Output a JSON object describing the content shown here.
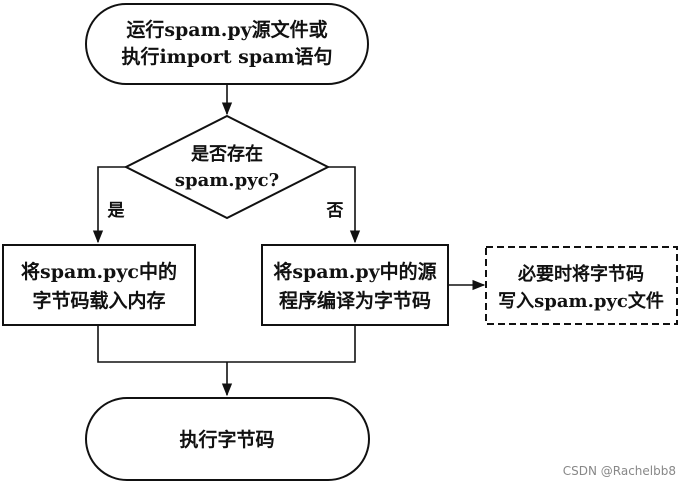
{
  "start_node": {
    "line1": "运行spam.py源文件或",
    "line2": "执行import spam语句"
  },
  "decision": {
    "line1": "是否存在",
    "line2": "spam.pyc?"
  },
  "branch_yes_label": "是",
  "branch_no_label": "否",
  "load_box": {
    "line1": "将spam.pyc中的",
    "line2": "字节码载入内存"
  },
  "compile_box": {
    "line1": "将spam.py中的源",
    "line2": "程序编译为字节码"
  },
  "write_box": {
    "line1": "必要时将字节码",
    "line2": "写入spam.pyc文件"
  },
  "end_node": {
    "label": "执行字节码"
  },
  "watermark": "CSDN @Rachelbb8"
}
